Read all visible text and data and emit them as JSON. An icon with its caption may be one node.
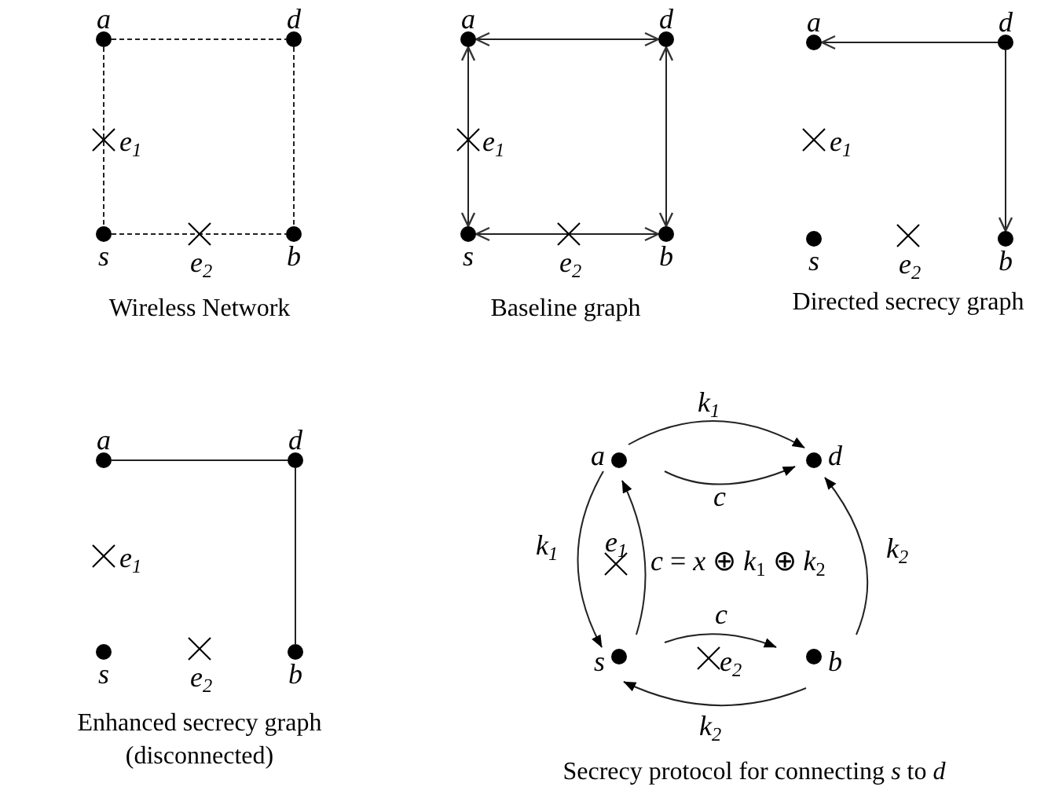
{
  "diagram": {
    "nodes": [
      {
        "text": [
          "a"
        ]
      },
      {
        "text": [
          "d"
        ]
      },
      {
        "text": [
          "s"
        ]
      },
      {
        "text": [
          "b"
        ]
      },
      {
        "text": [
          "a"
        ]
      },
      {
        "text": [
          "d"
        ]
      },
      {
        "text": [
          "s"
        ]
      },
      {
        "text": [
          "b"
        ]
      },
      {
        "text": [
          "a"
        ]
      },
      {
        "text": [
          "d"
        ]
      },
      {
        "text": [
          "s"
        ]
      },
      {
        "text": [
          "b"
        ]
      },
      {
        "text": [
          "a"
        ]
      },
      {
        "text": [
          "d"
        ]
      },
      {
        "text": [
          "s"
        ]
      },
      {
        "text": [
          "b"
        ]
      },
      {
        "text": [
          "a"
        ]
      },
      {
        "text": [
          "d"
        ]
      },
      {
        "text": [
          "s"
        ]
      },
      {
        "text": [
          "b"
        ]
      }
    ],
    "edges": [
      {
        "from": 0,
        "to": 1,
        "arrow": "none",
        "style": "dashed"
      },
      {
        "from": 0,
        "to": 2,
        "arrow": "none",
        "style": "dashed"
      },
      {
        "from": 2,
        "to": 3,
        "arrow": "none",
        "style": "dashed"
      },
      {
        "from": 1,
        "to": 3,
        "arrow": "none",
        "style": "dashed"
      },
      {
        "from": 4,
        "to": 5,
        "arrow": "both"
      },
      {
        "from": 4,
        "to": 6,
        "arrow": "both"
      },
      {
        "from": 6,
        "to": 7,
        "arrow": "both"
      },
      {
        "from": 5,
        "to": 7,
        "arrow": "both"
      },
      {
        "from": 9,
        "to": 8,
        "arrow": "to"
      },
      {
        "from": 9,
        "to": 11,
        "arrow": "to"
      },
      {
        "from": 12,
        "to": 13,
        "arrow": "none"
      },
      {
        "from": 13,
        "to": 15,
        "arrow": "none"
      },
      {
        "from": 16,
        "to": 17,
        "arrow": "to",
        "label": "k$_{1}$"
      },
      {
        "from": 16,
        "to": 17,
        "arrow": "to",
        "label": "c"
      },
      {
        "from": 16,
        "to": 18,
        "arrow": "to",
        "label": "k$_{1}$"
      },
      {
        "from": 18,
        "to": 16,
        "arrow": "to"
      },
      {
        "from": 18,
        "to": 19,
        "arrow": "to",
        "label": "c"
      },
      {
        "from": 19,
        "to": 18,
        "arrow": "to",
        "label": "k$_{2}$"
      },
      {
        "from": 19,
        "to": 17,
        "arrow": "to",
        "label": "k$_{2}$"
      }
    ],
    "labels": [
      "e$_{1}$",
      "e$_{2}$",
      "Wireless Network",
      "e$_{1}$",
      "e$_{2}$",
      "Baseline graph",
      "e$_{1}$",
      "e$_{2}$",
      "Directed secrecy graph",
      "e$_{1}$",
      "e$_{2}$",
      "Enhanced secrecy graph (disconnected)",
      "e$_{1}$",
      "*c* = *x* ⊕ *k*$_{1}$ ⊕ *k*$_{2}$",
      "e$_{2}$",
      "Secrecy protocol for connecting *s* to *d*"
    ]
  }
}
